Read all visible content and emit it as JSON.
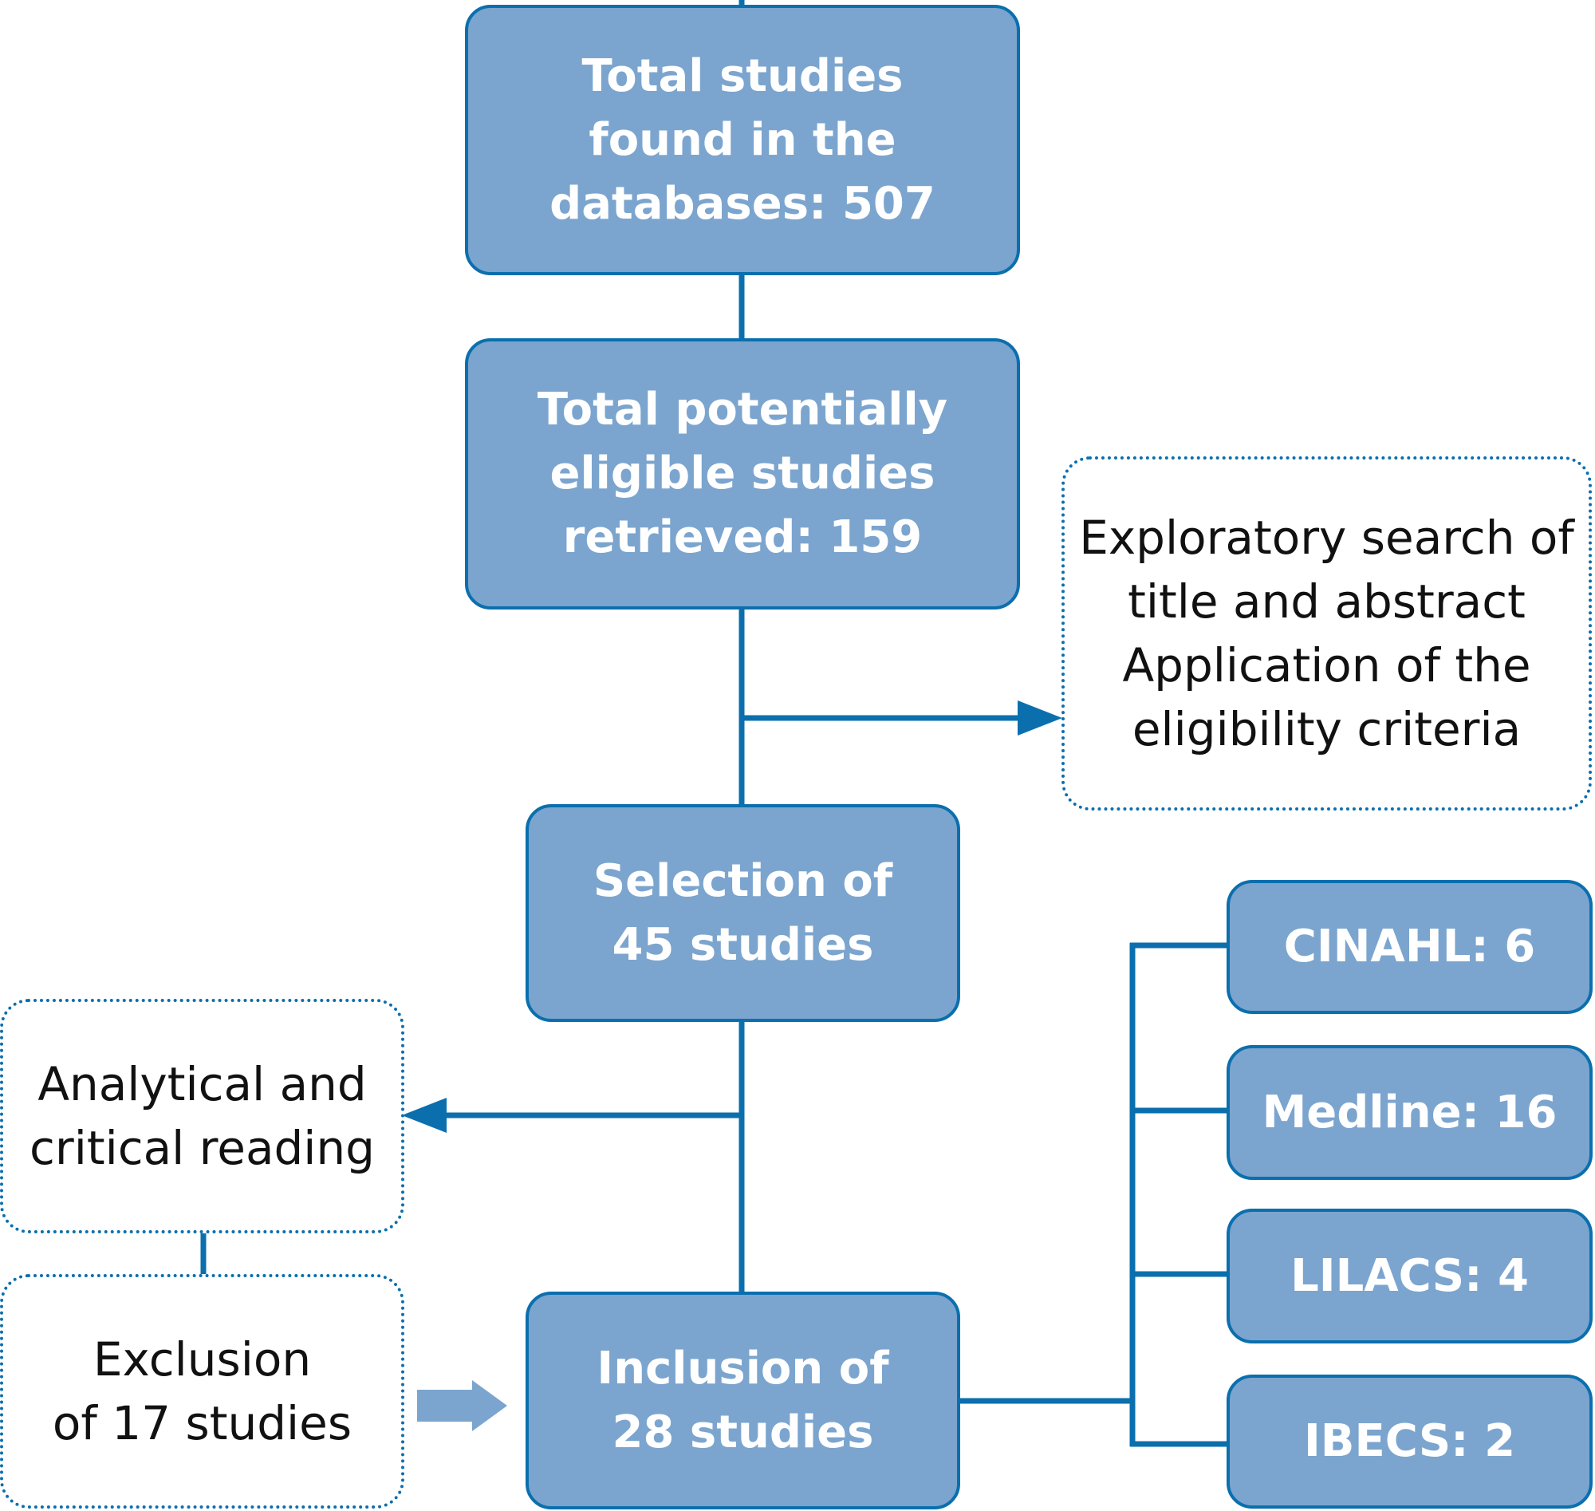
{
  "boxes": {
    "total_found": "Total studies\nfound in the\ndatabases: 507",
    "eligible": "Total potentially\neligible studies\nretrieved: 159",
    "exploratory": "Exploratory search of\ntitle and abstract\nApplication of the\neligibility criteria",
    "selection": "Selection of\n45 studies",
    "analytical": "Analytical and\ncritical reading",
    "exclusion": "Exclusion\nof 17 studies",
    "inclusion": "Inclusion of\n28 studies",
    "cinahl": "CINAHL: 6",
    "medline": "Medline: 16",
    "lilacs": "LILACS: 4",
    "ibecs": "IBECS: 2"
  },
  "colors": {
    "box_fill": "#7BA5CE",
    "line": "#0B6FAE",
    "light_arrow": "#7BA5CE",
    "box_text": "#FFFFFF",
    "note_text": "#111111"
  }
}
